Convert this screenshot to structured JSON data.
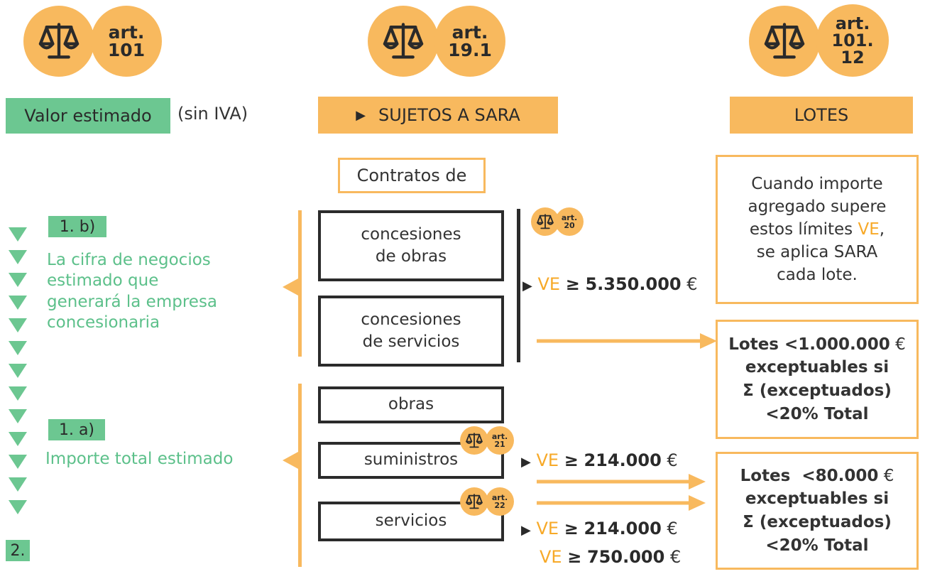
{
  "headers": {
    "left_art": "art. 101",
    "left_art_lines": [
      "art.",
      "101"
    ],
    "center_art_lines": [
      "art.",
      "19.1"
    ],
    "right_art_lines": [
      "art.",
      "101.",
      "12"
    ]
  },
  "left": {
    "valor_label": "Valor estimado",
    "sin_iva": "(sin IVA)",
    "tag_1b": "1. b)",
    "text_1b": [
      "La cifra de negocios",
      "estimado que",
      "generará la empresa",
      "concesionaria"
    ],
    "tag_1a": "1. a)",
    "text_1a": "Importe total estimado",
    "tag_2": "2."
  },
  "center": {
    "sara_label": "SUJETOS A SARA",
    "contratos_de": "Contratos de",
    "box_conc_obras": [
      "concesiones",
      "de obras"
    ],
    "box_conc_servicios": [
      "concesiones",
      "de servicios"
    ],
    "box_obras": "obras",
    "box_suministros": "suministros",
    "box_servicios": "servicios",
    "art_20": [
      "art.",
      "20"
    ],
    "art_21": [
      "art.",
      "21"
    ],
    "art_22": [
      "art.",
      "22"
    ],
    "thresholds": [
      {
        "ve": "VE",
        "op": "≥",
        "amount": "5.350.000",
        "currency": "€"
      },
      {
        "ve": "VE",
        "op": "≥",
        "amount": "214.000",
        "currency": "€"
      },
      {
        "ve": "VE",
        "op": "≥",
        "amount": "214.000",
        "currency": "€"
      },
      {
        "ve": "VE",
        "op": "≥",
        "amount": "750.000",
        "currency": "€"
      }
    ]
  },
  "right": {
    "lotes_label": "LOTES",
    "cuando": [
      "Cuando importe",
      "agregado supere",
      "estos límites "
    ],
    "cuando_ve": "VE",
    "cuando_tail": [
      ",",
      "se aplica SARA",
      "cada lote."
    ],
    "box1": [
      "Lotes ",
      "<",
      "1.000.000",
      " €",
      "exceptuables si",
      "Σ (exceptuados)",
      "<",
      "20% Total"
    ],
    "box2": [
      "Lotes  ",
      "<",
      "80.000",
      " €",
      "exceptuables si",
      "Σ (exceptuados)",
      "<",
      "20% Total"
    ]
  },
  "colors": {
    "orange": "#F8B95E",
    "green": "#6CC791",
    "green_text": "#5CC08A",
    "ve_orange": "#F7A928",
    "dark": "#2b2b2b"
  },
  "icons": [
    "scale-icon",
    "play-arrow-icon",
    "triangle-down-icon",
    "arrow-right-icon"
  ]
}
